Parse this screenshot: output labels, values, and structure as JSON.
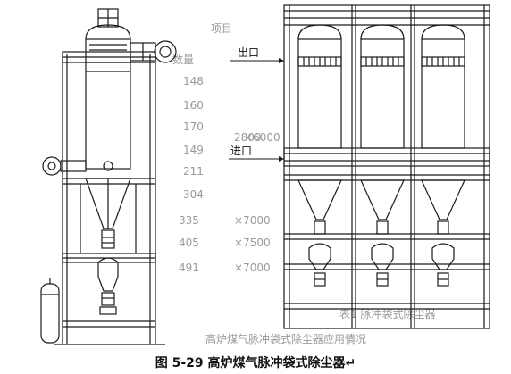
{
  "figure": {
    "caption": "图 5-29 高炉煤气脉冲袋式除尘器↵"
  },
  "labels": {
    "outlet": "出口",
    "inlet": "进口"
  },
  "background_text": {
    "header_left": "项目",
    "header_right": "数量",
    "values": [
      "148",
      "160",
      "170",
      "149",
      "211",
      "304",
      "335",
      "405",
      "491"
    ],
    "dims": [
      "2800",
      "×6000",
      "×7000",
      "×7500",
      "×7000"
    ],
    "footer_line1": "表1 脉冲袋式除尘器",
    "footer_line2": "高炉煤气脉冲袋式除尘器应用情况"
  },
  "colors": {
    "line": "#1a1a1a",
    "ghost": "#9a9a9a",
    "background": "#ffffff"
  }
}
